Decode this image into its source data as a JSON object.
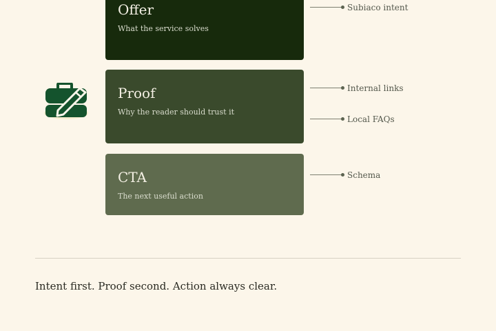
{
  "cards": [
    {
      "title": "Offer",
      "subtitle": "What the service solves"
    },
    {
      "title": "Proof",
      "subtitle": "Why the reader should trust it"
    },
    {
      "title": "CTA",
      "subtitle": "The next useful action"
    }
  ],
  "annotations": [
    "Subiaco intent",
    "Internal links",
    "Local FAQs",
    "Schema"
  ],
  "icon": {
    "name": "briefcase-pencil-icon",
    "color": "#14532d"
  },
  "footer": {
    "text": "Intent first. Proof second. Action always clear."
  },
  "colors": {
    "background": "#fcf6ea",
    "card_offer": "#172a0c",
    "card_proof": "#3a4a2c",
    "card_cta": "#5f6b4e"
  }
}
